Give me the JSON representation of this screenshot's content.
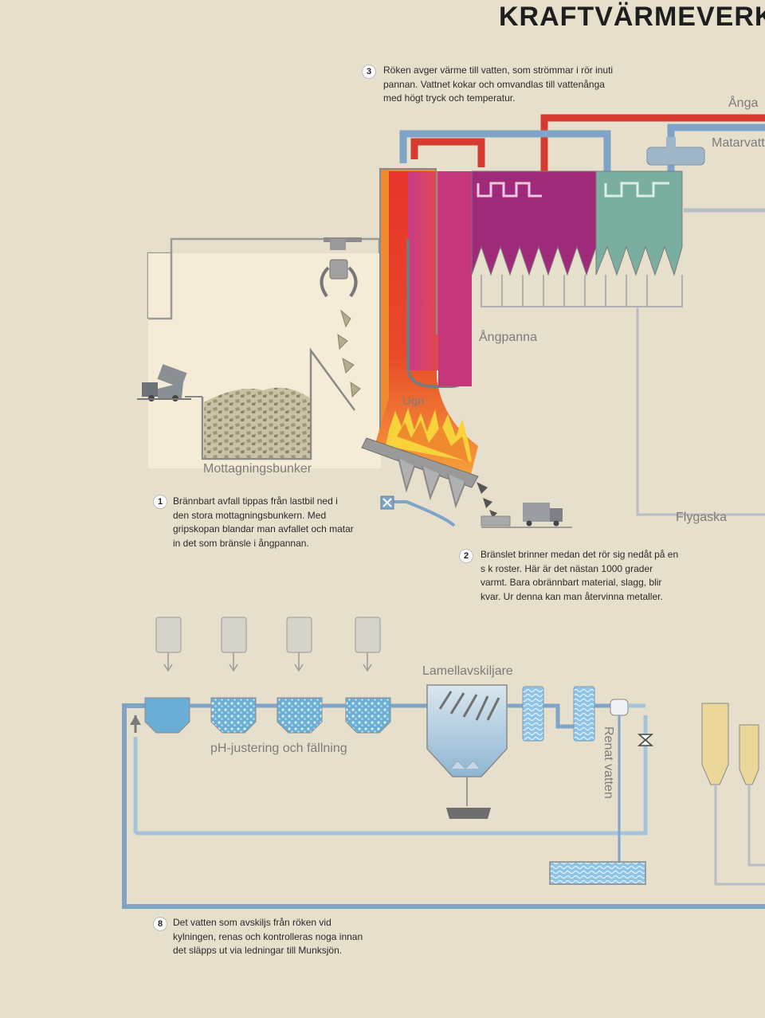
{
  "title": "KRAFTVÄRMEVERKE",
  "labels": {
    "anga": "Ånga",
    "matarvatten": "Matarvatt",
    "angpanna": "Ångpanna",
    "ugn": "Ugn",
    "mottagningsbunker": "Mottagningsbunker",
    "flygaska": "Flygaska",
    "lamellavskiljare": "Lamellavskiljare",
    "ph_justering": "pH-justering och fällning",
    "renat_vatten": "Renat vatten"
  },
  "steps": [
    {
      "number": "3",
      "text": "Röken avger värme till vatten, som strömmar i rör inuti pannan. Vattnet kokar och omvandlas till vattenånga med högt tryck och temperatur."
    },
    {
      "number": "1",
      "text": "Brännbart avfall tippas från lastbil ned i den stora mottagningsbunkern. Med gripskopan blandar man avfallet och matar in det som bränsle i ångpannan."
    },
    {
      "number": "2",
      "text": "Bränslet brinner medan det rör sig nedåt på en s k roster. Här är det nästan 1000 grader varmt. Bara obrännbart material, slagg, blir kvar. Ur denna kan man återvinna metaller."
    },
    {
      "number": "8",
      "text": "Det vatten som avskiljs från röken vid kylningen, renas och kontrolleras noga innan det släpps ut via ledningar till Munksjön."
    }
  ],
  "colors": {
    "background": "#e6dfcb",
    "steam_pipe": "#d63a2e",
    "water_pipe": "#7fa4c8",
    "boiler_orange": "#f08a2e",
    "boiler_magenta": "#b02a82",
    "economizer_teal": "#7aaea0",
    "water_blue": "#6aaed6"
  }
}
